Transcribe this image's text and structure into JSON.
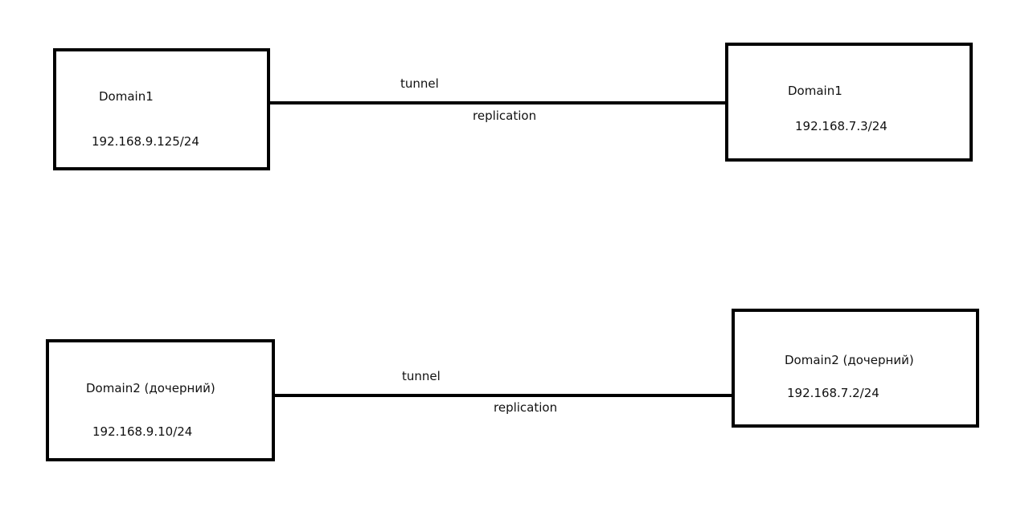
{
  "rows": [
    {
      "left_node": {
        "name": "Domain1",
        "ip": "192.168.9.125/24"
      },
      "right_node": {
        "name": "Domain1",
        "ip": "192.168.7.3/24"
      },
      "link": {
        "label_top": "tunnel",
        "label_bottom": "replication"
      }
    },
    {
      "left_node": {
        "name": "Domain2 (дочерний)",
        "ip": "192.168.9.10/24"
      },
      "right_node": {
        "name": "Domain2 (дочерний)",
        "ip": "192.168.7.2/24"
      },
      "link": {
        "label_top": "tunnel",
        "label_bottom": "replication"
      }
    }
  ]
}
